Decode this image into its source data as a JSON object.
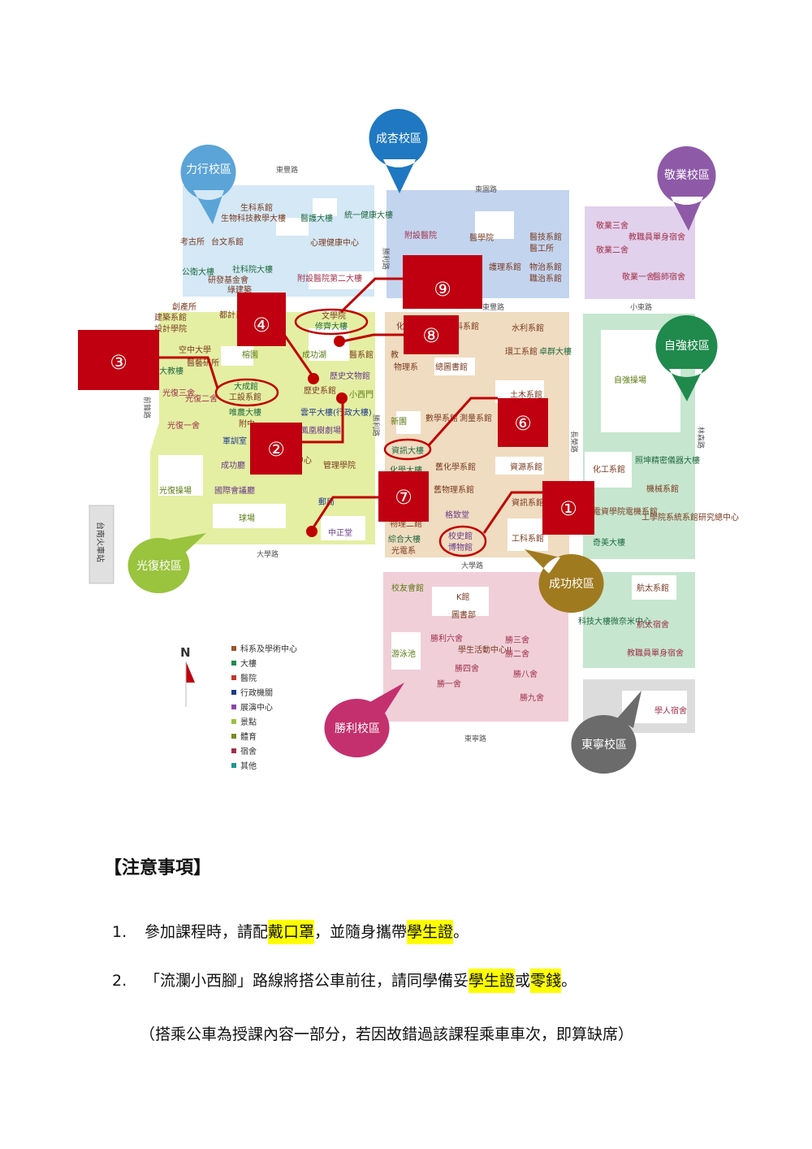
{
  "map": {
    "campuses": {
      "lixing": "力行校區",
      "chengxing": "成杏校區",
      "jingye": "敬業校區",
      "ziqiang": "自強校區",
      "guangfu": "光復校區",
      "chenggong": "成功校區",
      "shengli": "勝利校區",
      "dongning": "東寧校區"
    },
    "campus_colors": {
      "lixing": "#5ba4d8",
      "chengxing": "#1f78c1",
      "jingye": "#8e5aa8",
      "ziqiang": "#1f8a4c",
      "guangfu": "#9ac33e",
      "chenggong": "#a07a1f",
      "shengli": "#c4306e",
      "dongning": "#6b6b6b"
    },
    "roads": {
      "dongfeng": "東豐路",
      "dongyuan": "東園路",
      "shengli_rd": "勝利路",
      "xiaodong": "小東路",
      "dongfeng_east": "東豐路",
      "qian_feng": "前鋒路",
      "daxue_w": "大學路",
      "daxue_e": "大學路",
      "changrong": "長榮路",
      "linsen": "林森路",
      "dongning_rd": "東寧路",
      "shengli_rd2": "勝利路",
      "tainan_station": "台南火車站"
    },
    "buildings": {
      "shengke": "生科系館",
      "shengwu": "生物科技教學大樓",
      "yihu": "醫護大樓",
      "tongyi": "統一健康大樓",
      "kaogu": "考古所",
      "taiwen": "台文系館",
      "xinli": "心理健康中心",
      "gongwei": "公衛大樓",
      "shekeyuan": "社科院大樓",
      "yanfa": "研發基金會",
      "lujianzhu": "綠建築",
      "fushe_er": "附設醫院第二大樓",
      "fushe": "附設醫院",
      "yixueyuan": "醫學院",
      "yiji": "醫技系館",
      "yigong": "醫工所",
      "huli": "護理系館",
      "wuzhi": "物治系館",
      "zhizhi": "職治系館",
      "jingye3": "敬業三舍",
      "jiaozhiyuan": "教職員單身宿舍",
      "jingye2": "敬業二舍",
      "jingye1": "敬業一舍",
      "yishi": "醫師宿舍",
      "chuangchan": "創產所",
      "jianzhu": "建築系館",
      "sheji": "設計學院",
      "duji": "都計系館",
      "wenxueyuan": "文學院",
      "xiuqi": "修齊大樓",
      "hua": "化學系館",
      "diqiu": "地科系館",
      "shuili": "水利系館",
      "kongzhong": "空中大學",
      "yiyi": "醫藝研所",
      "ceguo": "榕園",
      "chenggonghu": "成功湖",
      "yixi": "醫系館",
      "jiao": "教",
      "wulixi": "物理系",
      "zongtushu": "總圖書館",
      "huangong": "環工系館",
      "zhuoqun": "卓群大樓",
      "lishiwenwu": "歷史文物館",
      "dacheng": "大成館",
      "gongshe": "工設系館",
      "lishixi": "歷史系館",
      "xiaoximen": "小西門",
      "guangfu3": "光復三舍",
      "dajiaolou": "大教樓",
      "guangfu2": "光復二舍",
      "weinong": "唯農大樓",
      "fuzhong": "附中",
      "yunping": "雲平大樓(行政大樓)",
      "fenghuang": "鳳凰樹劇場",
      "tumu": "土木系館",
      "xinyuan": "新園",
      "shuxue": "數學系館",
      "celiang": "測量系館",
      "guangfu1": "光復一舍",
      "junxunshi": "軍訓室",
      "zixun": "資訊大樓",
      "chenggongting": "成功廳",
      "zhongxin": "中心",
      "guanli": "管理學院",
      "huagong": "化工系館",
      "zhaokun": "照坤精密儀器大樓",
      "guangfucaochang": "光復操場",
      "guoji": "國際會議廳",
      "youju": "郵局",
      "huaxue_lou": "化學大樓",
      "jiuhuaxue": "舊化學系館",
      "ziyuan": "資源系館",
      "jiuwuli": "舊物理系館",
      "jixie": "機械系館",
      "qiuchang": "球場",
      "zhongzheng": "中正堂",
      "wuli2": "物理二館",
      "gezhi": "格致堂",
      "zixunxi": "資訊系館",
      "dianzi": "電資學院電機系館",
      "gongxueyuan": "工學院系統系館研究總中心",
      "zonghe": "綜合大樓",
      "guangdian": "光電系",
      "xiaoshiguan": "校史館",
      "bowuguan": "博物館",
      "gongkexi": "工科系館",
      "qimei": "奇美大樓",
      "ziqiangcaochang": "自強操場",
      "xiaoyou": "校友會館",
      "kguan": "K館",
      "tushubu": "圖書部",
      "hangtai": "航太系館",
      "shengli6": "勝利六舍",
      "xuesheng": "學生活動中心II",
      "shengli3": "勝三舍",
      "shengli2": "勝二舍",
      "youyongchi": "游泳池",
      "shengli4": "勝四舍",
      "shengli8": "勝八舍",
      "shengli1": "勝一舍",
      "shengli9": "勝九舍",
      "keji": "科技大樓微奈米中心",
      "hangtaisushe": "航太宿舍",
      "jiaozhiyuan2": "教職員單身宿舍",
      "xueren": "學人宿舍"
    },
    "markers": [
      "①",
      "②",
      "③",
      "④",
      "⑥",
      "⑦",
      "⑧",
      "⑨"
    ],
    "legend": {
      "north": "N",
      "items": [
        {
          "label": "科系及學術中心",
          "color": "#a0522d"
        },
        {
          "label": "大樓",
          "color": "#1f8a4c"
        },
        {
          "label": "醫院",
          "color": "#c0392b"
        },
        {
          "label": "行政機關",
          "color": "#1f3a8a"
        },
        {
          "label": "展演中心",
          "color": "#8e44ad"
        },
        {
          "label": "景點",
          "color": "#9ac33e"
        },
        {
          "label": "體育",
          "color": "#7a8b1f"
        },
        {
          "label": "宿舍",
          "color": "#a0304a"
        },
        {
          "label": "其他",
          "color": "#1a9a8a"
        }
      ]
    }
  },
  "notes": {
    "title": "【注意事項】",
    "item1": {
      "num": "1.",
      "t1": "參加課程時，請配",
      "h1": "戴口罩",
      "t2": "，並隨身攜帶",
      "h2": "學生證",
      "t3": "。"
    },
    "item2": {
      "num": "2.",
      "t1": "「流瀾小西腳」路線將搭公車前往，請同學備妥",
      "h1": "學生證",
      "t2": "或",
      "h2": "零錢",
      "t3": "。"
    },
    "note": "（搭乘公車為授課內容一部分，若因故錯過該課程乘車車次，即算缺席）"
  }
}
